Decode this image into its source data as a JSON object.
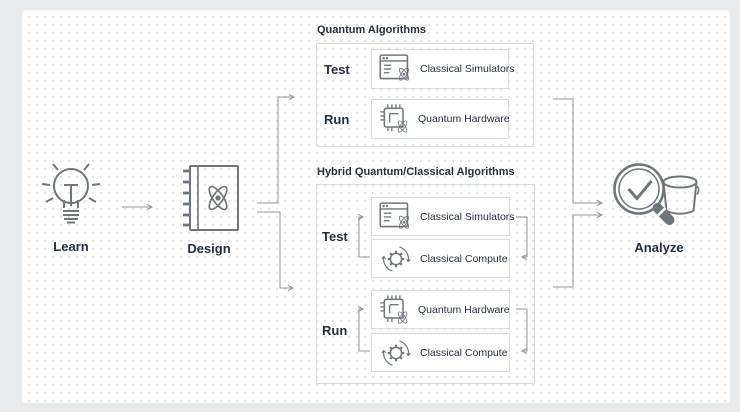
{
  "diagram": {
    "steps": {
      "learn": "Learn",
      "design": "Design",
      "analyze": "Analyze"
    },
    "quantum_box": {
      "title": "Quantum Algorithms",
      "test_label": "Test",
      "run_label": "Run",
      "test_card": "Classical Simulators",
      "run_card": "Quantum Hardware"
    },
    "hybrid_box": {
      "title": "Hybrid Quantum/Classical Algorithms",
      "test_label": "Test",
      "run_label": "Run",
      "test_cards": [
        "Classical Simulators",
        "Classical Compute"
      ],
      "run_cards": [
        "Quantum Hardware",
        "Classical Compute"
      ]
    },
    "icons": {
      "learn": "lightbulb-icon",
      "design": "notebook-atom-icon",
      "analyze": "magnifier-check-bucket-icon",
      "classical_simulators": "browser-atom-icon",
      "quantum_hardware": "chip-atom-icon",
      "classical_compute": "gear-cycle-icon"
    },
    "colors": {
      "text": "#232f3e",
      "connector": "#8b959c",
      "card_border": "#d6dbdb",
      "icon_stroke": "#6e757c",
      "canvas_bg": "#ffffff",
      "outer_bg": "#e8ebed",
      "dot_grid": "#e9e4e8"
    }
  }
}
